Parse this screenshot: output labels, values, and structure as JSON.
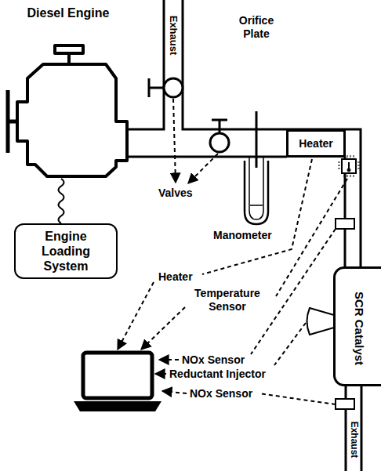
{
  "diagram": {
    "nodes": [
      {
        "text": [
          "Diesel Engine"
        ]
      },
      {
        "text": [
          "Engine Loading System"
        ]
      },
      {
        "text": [
          "Exhaust"
        ]
      },
      {
        "text": [
          "Heater"
        ]
      },
      {
        "text": [
          "SCR Catalyst"
        ]
      },
      {
        "text": [
          "Exhaust"
        ]
      }
    ],
    "edges": [
      {
        "from": 0,
        "to": 1,
        "arrow": "none"
      }
    ],
    "labels": [
      "Valves",
      "Orifice Plate",
      "Manometer",
      "Heater",
      "Temperature Sensor",
      "NOx Sensor",
      "Reductant Injector",
      "NOx Sensor"
    ]
  }
}
